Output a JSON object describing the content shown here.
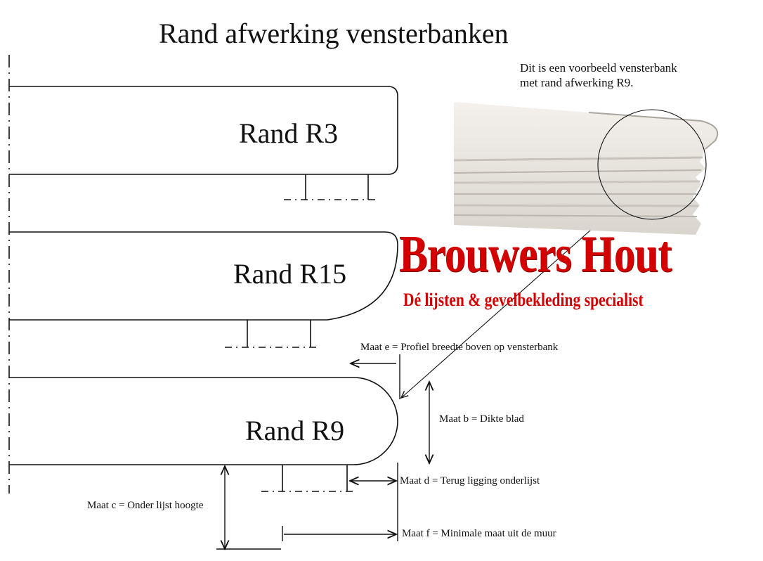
{
  "title": "Rand afwerking vensterbanken",
  "example_note": {
    "line1": "Dit is een voorbeeld vensterbank",
    "line2": "met rand afwerking R9."
  },
  "brand": {
    "name": "Brouwers Hout",
    "tagline": "Dé lijsten & gevelbekleding specialist",
    "color": "#d40000"
  },
  "profiles": [
    {
      "label": "Rand R3"
    },
    {
      "label": "Rand R15"
    },
    {
      "label": "Rand R9"
    }
  ],
  "measurements": {
    "e": "Maat e = Profiel breedte boven op vensterbank",
    "b": "Maat b = Dikte blad",
    "d": "Maat d = Terug ligging onderlijst",
    "c": "Maat c = Onder lijst hoogte",
    "f": "Maat f = Minimale maat uit de muur"
  }
}
